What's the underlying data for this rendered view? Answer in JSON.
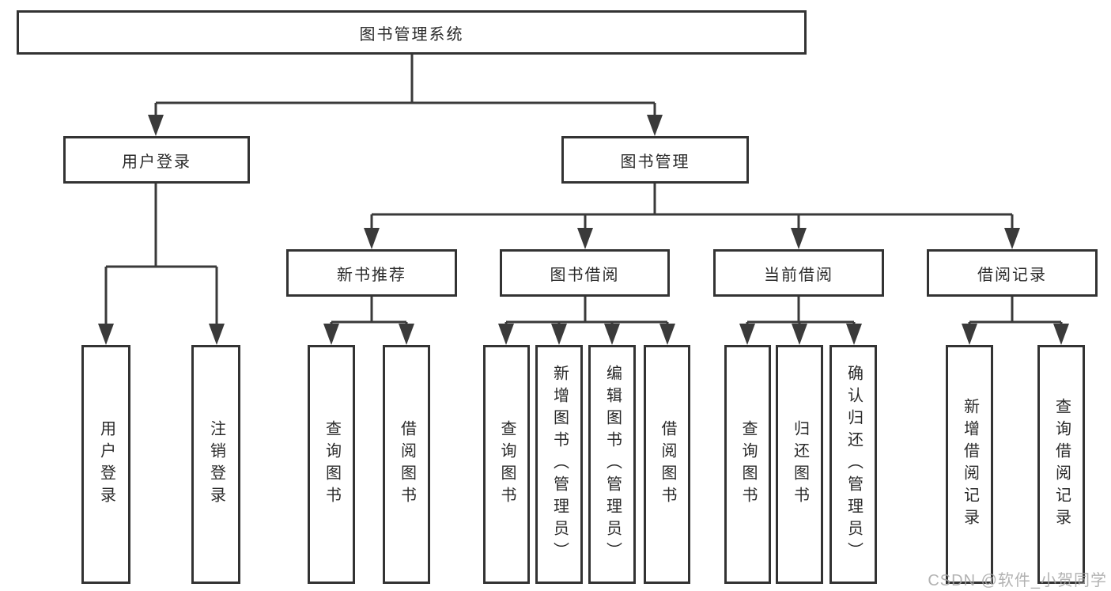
{
  "diagram_title": "图书管理系统",
  "nodes": {
    "root": {
      "label": "图书管理系统"
    },
    "level2": [
      {
        "label": "用户登录"
      },
      {
        "label": "图书管理"
      }
    ],
    "level3": [
      {
        "label": "新书推荐"
      },
      {
        "label": "图书借阅"
      },
      {
        "label": "当前借阅"
      },
      {
        "label": "借阅记录"
      }
    ],
    "leaves": {
      "user_login": [
        "用户登录",
        "注销登录"
      ],
      "new_book_recommend": [
        "查询图书",
        "借阅图书"
      ],
      "book_borrow": [
        "查询图书",
        "新增图书（管理员）",
        "编辑图书（管理员）",
        "借阅图书"
      ],
      "current_borrow": [
        "查询图书",
        "归还图书",
        "确认归还（管理员）"
      ],
      "borrow_record": [
        "新增借阅记录",
        "查询借阅记录"
      ]
    }
  },
  "watermark": {
    "text": "CSDN @软件_小贺同学"
  },
  "colors": {
    "line": "#3a3a3a",
    "box_border": "#333333",
    "box_fill": "#ffffff",
    "text": "#2a2a2a",
    "watermark": "#a5a5a5"
  }
}
